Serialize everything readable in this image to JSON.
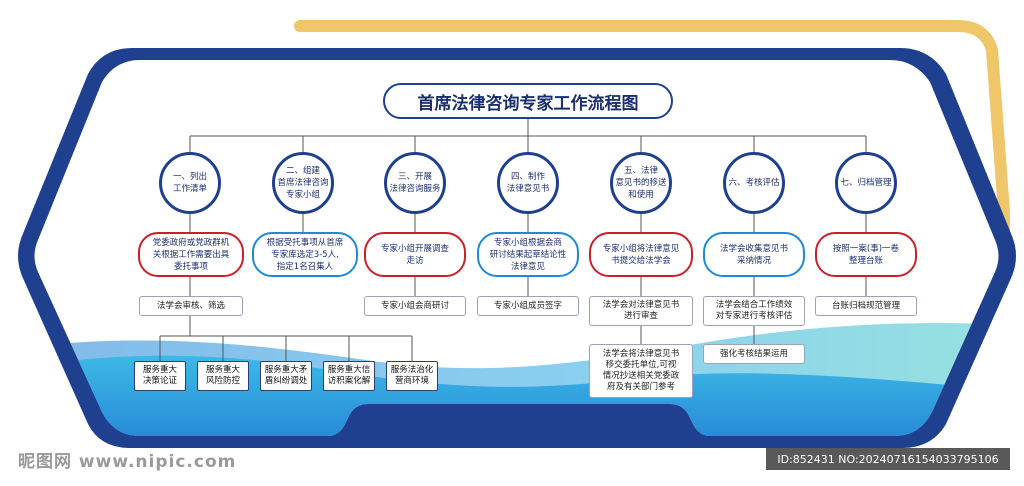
{
  "title": "首席法律咨询专家工作流程图",
  "steps": [
    {
      "label": "一、列出\n工作清单"
    },
    {
      "label": "二、组建\n首席法律咨询\n专家小组"
    },
    {
      "label": "三、开展\n法律咨询服务"
    },
    {
      "label": "四、制作\n法律意见书"
    },
    {
      "label": "五、法律\n意见书的移送\n和使用"
    },
    {
      "label": "六、考核评估"
    },
    {
      "label": "七、归档管理"
    }
  ],
  "cards": [
    {
      "label": "党委政府或党政群机\n关根据工作需要出具\n委托事项",
      "border": "red"
    },
    {
      "label": "根据受托事项从首席\n专家库选定3-5人,\n指定1名召集人",
      "border": "blue"
    },
    {
      "label": "专家小组开展调查\n走访",
      "border": "red"
    },
    {
      "label": "专家小组根据会商\n研讨结果起草结论性\n法律意见",
      "border": "blue"
    },
    {
      "label": "专家小组将法律意见\n书提交给法学会",
      "border": "red"
    },
    {
      "label": "法学会收集意见书\n采纳情况",
      "border": "blue"
    },
    {
      "label": "按照一案(事)一卷\n整理台账",
      "border": "red"
    }
  ],
  "notes": {
    "review": "法学会审核、筛选",
    "discussion": "专家小组会商研讨",
    "signature": "专家小组成员签字",
    "check": "法学会对法律意见书\n进行审查",
    "transfer": "法学会将法律意见书\n移交委托单位,可视\n情况抄送相关党委政\n府及有关部门参考",
    "evaluate": "法学会结合工作绩效\n对专家进行考核评估",
    "apply": "强化考核结果运用",
    "archive": "台账归档规范管理"
  },
  "services": [
    {
      "label": "服务重大\n决策论证"
    },
    {
      "label": "服务重大\n风险防控"
    },
    {
      "label": "服务重大矛\n盾纠纷调处"
    },
    {
      "label": "服务重大信\n访积案化解"
    },
    {
      "label": "服务法治化\n营商环境"
    }
  ],
  "watermark": {
    "site": "昵图网 www.nipic.com",
    "id": "ID:852431 NO:20240716154033795106"
  },
  "colors": {
    "frame_blue": "#1f3f8f",
    "frame_gold": "#f0c66a",
    "accent_red": "#c8202c",
    "accent_blue": "#1e8ad6",
    "wave_blue": "#1e88d8",
    "wave_teal": "#2fc2c8"
  }
}
